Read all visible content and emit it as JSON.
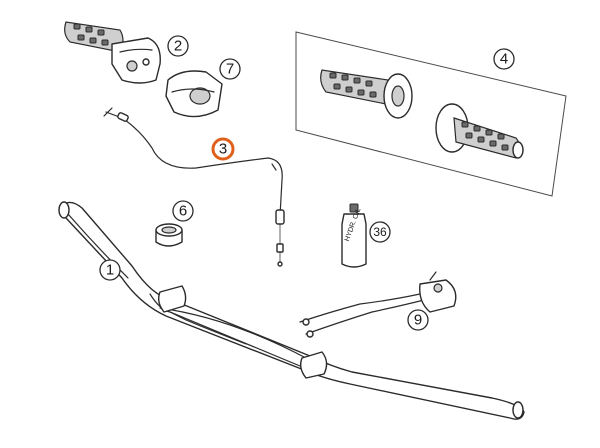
{
  "callouts": {
    "c1": "1",
    "c2": "2",
    "c3": "3",
    "c4": "4",
    "c6": "6",
    "c7": "7",
    "c9": "9",
    "c36": "36"
  },
  "bottle_label": "HYDR. OIL",
  "colors": {
    "highlight": "#e0601b",
    "ink": "#2b2b2b"
  }
}
